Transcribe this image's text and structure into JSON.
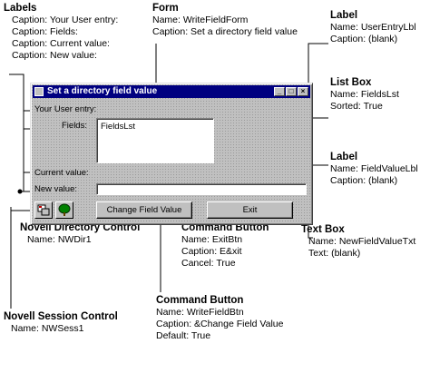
{
  "annotations": {
    "labels": {
      "heading": "Labels",
      "lines": [
        "Caption: Your User entry:",
        "Caption: Fields:",
        "Caption: Current value:",
        "Caption: New value:"
      ]
    },
    "form": {
      "heading": "Form",
      "lines": [
        "Name: WriteFieldForm",
        "Caption: Set a directory field value"
      ]
    },
    "label_user_entry": {
      "heading": "Label",
      "lines": [
        "Name: UserEntryLbl",
        "Caption: (blank)"
      ]
    },
    "list_box": {
      "heading": "List Box",
      "lines": [
        "Name: FieldsLst",
        "Sorted: True"
      ]
    },
    "label_field_value": {
      "heading": "Label",
      "lines": [
        "Name: FieldValueLbl",
        "Caption: (blank)"
      ]
    },
    "text_box": {
      "heading": "Text Box",
      "lines": [
        "Name: NewFieldValueTxt",
        "Text: (blank)"
      ]
    },
    "command_exit": {
      "heading": "Command Button",
      "lines": [
        "Name: ExitBtn",
        "Caption: E&xit",
        "Cancel: True"
      ]
    },
    "novell_directory": {
      "heading": "Novell Directory Control",
      "lines": [
        "Name: NWDir1"
      ]
    },
    "novell_session": {
      "heading": "Novell Session Control",
      "lines": [
        "Name: NWSess1"
      ]
    },
    "command_write": {
      "heading": "Command Button",
      "lines": [
        "Name: WriteFieldBtn",
        "Caption: &Change Field Value",
        "Default: True"
      ]
    }
  },
  "window": {
    "title": "Set a directory field value",
    "label_user_entry": "Your User entry:",
    "label_fields": "Fields:",
    "list_item": "FieldsLst",
    "label_current": "Current value:",
    "label_new": "New value:",
    "btn_change": "Change Field Value",
    "btn_exit": "Exit",
    "min_glyph": "_",
    "max_glyph": "□",
    "close_glyph": "×"
  },
  "colors": {
    "titlebar": "#000080",
    "face": "#c0c0c0",
    "novell_red": "#c00000"
  }
}
